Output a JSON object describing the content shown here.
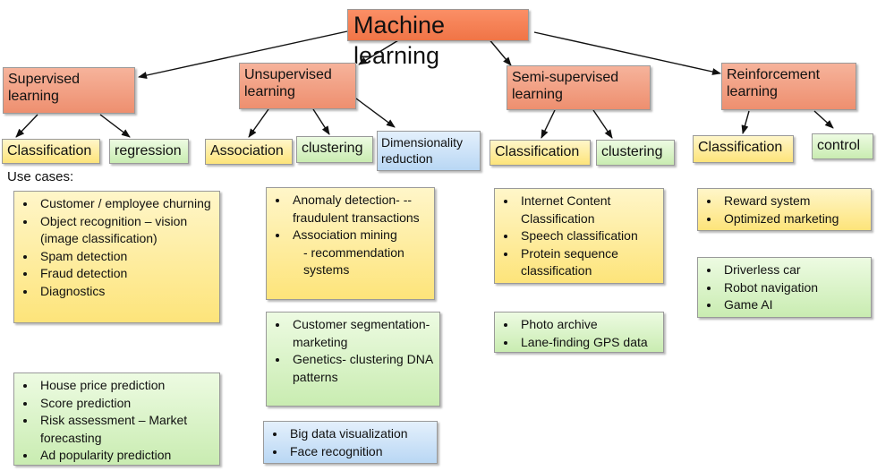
{
  "title": "Machine learning",
  "categories": {
    "supervised": "Supervised learning",
    "unsupervised": "Unsupervised learning",
    "semi": "Semi-supervised learning",
    "reinforcement": "Reinforcement learning"
  },
  "subnodes": {
    "sup_classification": "Classification",
    "sup_regression": "regression",
    "uns_association": "Association",
    "uns_clustering": "clustering",
    "uns_dimensionality": "Dimensionality reduction",
    "semi_classification": "Classification",
    "semi_clustering": "clustering",
    "rl_classification": "Classification",
    "rl_control": "control"
  },
  "use_cases_label": "Use cases:",
  "lists": {
    "sup_class": [
      "Customer / employee churning",
      "Object recognition – vision (image classification)",
      "Spam detection",
      "Fraud detection",
      "Diagnostics"
    ],
    "sup_reg": [
      "House price prediction",
      "Score prediction",
      "Risk assessment – Market forecasting",
      "Ad popularity prediction"
    ],
    "uns_assoc": [
      "Anomaly detection- --fraudulent transactions",
      "Association mining",
      "-  recommendation systems"
    ],
    "uns_clust": [
      "Customer segmentation- marketing",
      "Genetics- clustering DNA patterns"
    ],
    "uns_dim": [
      "Big data visualization",
      "Face recognition"
    ],
    "semi_class": [
      "Internet Content Classification",
      "Speech classification",
      "Protein sequence classification"
    ],
    "semi_clust": [
      "Photo archive",
      "Lane-finding GPS data"
    ],
    "rl_class": [
      "Reward system",
      "Optimized marketing"
    ],
    "rl_control": [
      "Driverless car",
      "Robot navigation",
      "Game AI"
    ]
  },
  "colors": {
    "title": "#f37a4c",
    "category": "#f1a086",
    "classification": "#fde98f",
    "regression": "#d3f0bf",
    "dimensionality": "#c3dcf5"
  }
}
